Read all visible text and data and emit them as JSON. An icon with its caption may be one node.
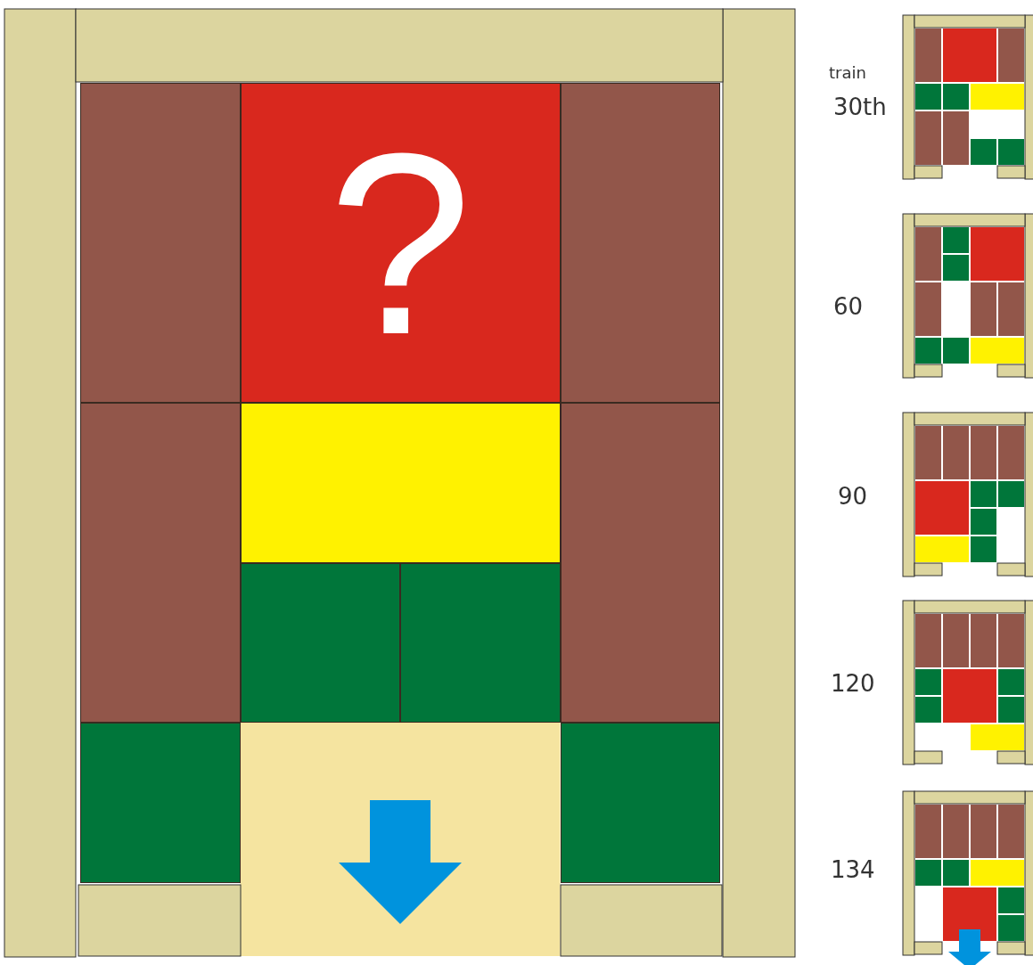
{
  "diagram": {
    "nodes": [
      {
        "text": [],
        "shape": "box"
      },
      {
        "text": [
          "?"
        ]
      },
      {
        "text": [],
        "shape": "box"
      },
      {
        "text": [],
        "shape": "box"
      },
      {
        "text": [],
        "shape": "box"
      },
      {
        "text": [],
        "shape": "box"
      },
      {
        "text": [],
        "shape": "box"
      },
      {
        "text": [],
        "shape": "box"
      },
      {
        "text": [],
        "shape": "box"
      },
      {
        "text": [],
        "shape": "box"
      }
    ],
    "labels": [
      "train",
      "30th",
      "60",
      "90",
      "120",
      "134"
    ]
  }
}
